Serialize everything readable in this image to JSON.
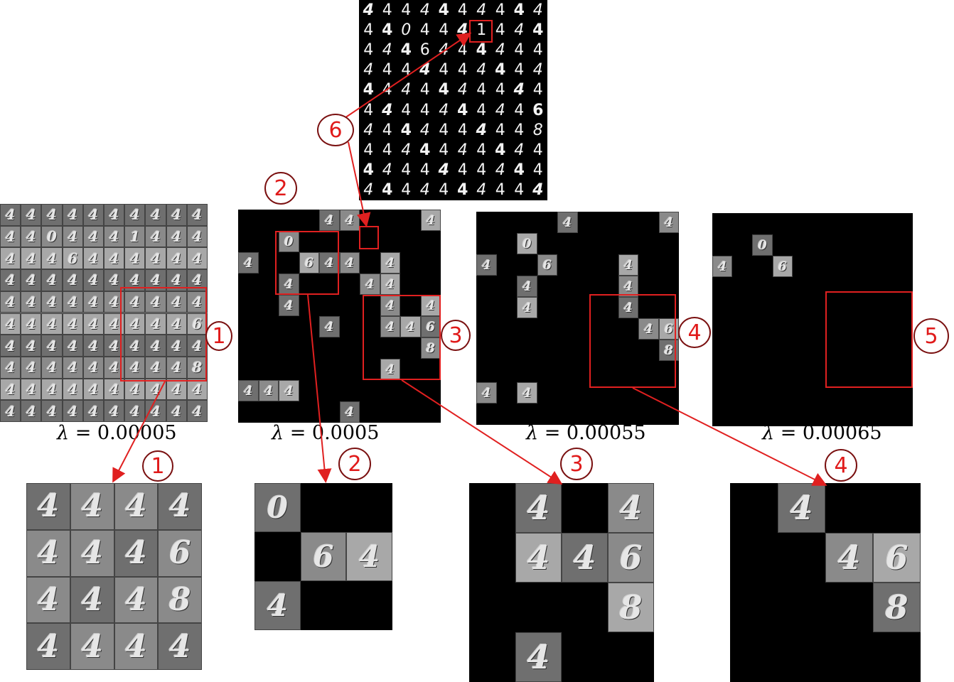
{
  "top_grid": {
    "rows": [
      [
        "4",
        "4",
        "4",
        "4",
        "4",
        "4",
        "4",
        "4",
        "4",
        "4"
      ],
      [
        "4",
        "4",
        "0",
        "4",
        "4",
        "4",
        "1",
        "4",
        "4",
        "4"
      ],
      [
        "4",
        "4",
        "4",
        "6",
        "4",
        "4",
        "4",
        "4",
        "4",
        "4"
      ],
      [
        "4",
        "4",
        "4",
        "4",
        "4",
        "4",
        "4",
        "4",
        "4",
        "4"
      ],
      [
        "4",
        "4",
        "4",
        "4",
        "4",
        "4",
        "4",
        "4",
        "4",
        "4"
      ],
      [
        "4",
        "4",
        "4",
        "4",
        "4",
        "4",
        "4",
        "4",
        "4",
        "6"
      ],
      [
        "4",
        "4",
        "4",
        "4",
        "4",
        "4",
        "4",
        "4",
        "4",
        "8"
      ],
      [
        "4",
        "4",
        "4",
        "4",
        "4",
        "4",
        "4",
        "4",
        "4",
        "4"
      ],
      [
        "4",
        "4",
        "4",
        "4",
        "4",
        "4",
        "4",
        "4",
        "4",
        "4"
      ],
      [
        "4",
        "4",
        "4",
        "4",
        "4",
        "4",
        "4",
        "4",
        "4",
        "4"
      ]
    ]
  },
  "filter_grid_digits": [
    [
      "4",
      "4",
      "4",
      "4",
      "4",
      "4",
      "4",
      "4",
      "4",
      "4"
    ],
    [
      "4",
      "4",
      "0",
      "4",
      "4",
      "4",
      "1",
      "4",
      "4",
      "4"
    ],
    [
      "4",
      "4",
      "4",
      "6",
      "4",
      "4",
      "4",
      "4",
      "4",
      "4"
    ],
    [
      "4",
      "4",
      "4",
      "4",
      "4",
      "4",
      "4",
      "4",
      "4",
      "4"
    ],
    [
      "4",
      "4",
      "4",
      "4",
      "4",
      "4",
      "4",
      "4",
      "4",
      "4"
    ],
    [
      "4",
      "4",
      "4",
      "4",
      "4",
      "4",
      "4",
      "4",
      "4",
      "6"
    ],
    [
      "4",
      "4",
      "4",
      "4",
      "4",
      "4",
      "4",
      "4",
      "4",
      "4"
    ],
    [
      "4",
      "4",
      "4",
      "4",
      "4",
      "4",
      "4",
      "4",
      "4",
      "8"
    ],
    [
      "4",
      "4",
      "4",
      "4",
      "4",
      "4",
      "4",
      "4",
      "4",
      "4"
    ],
    [
      "4",
      "4",
      "4",
      "4",
      "4",
      "4",
      "4",
      "4",
      "4",
      "4"
    ]
  ],
  "panel_a_sparse": [
    {
      "r": 0,
      "c": 4,
      "d": "4"
    },
    {
      "r": 0,
      "c": 5,
      "d": "4"
    },
    {
      "r": 0,
      "c": 9,
      "d": "4"
    },
    {
      "r": 2,
      "c": 0,
      "d": "4"
    },
    {
      "r": 1,
      "c": 2,
      "d": "0"
    },
    {
      "r": 2,
      "c": 3,
      "d": "6"
    },
    {
      "r": 2,
      "c": 4,
      "d": "4"
    },
    {
      "r": 2,
      "c": 5,
      "d": "4"
    },
    {
      "r": 2,
      "c": 7,
      "d": "4"
    },
    {
      "r": 3,
      "c": 2,
      "d": "4"
    },
    {
      "r": 3,
      "c": 6,
      "d": "4"
    },
    {
      "r": 3,
      "c": 7,
      "d": "4"
    },
    {
      "r": 4,
      "c": 2,
      "d": "4"
    },
    {
      "r": 4,
      "c": 7,
      "d": "4"
    },
    {
      "r": 4,
      "c": 9,
      "d": "4"
    },
    {
      "r": 5,
      "c": 4,
      "d": "4"
    },
    {
      "r": 5,
      "c": 7,
      "d": "4"
    },
    {
      "r": 5,
      "c": 8,
      "d": "4"
    },
    {
      "r": 5,
      "c": 9,
      "d": "6"
    },
    {
      "r": 6,
      "c": 9,
      "d": "8"
    },
    {
      "r": 7,
      "c": 7,
      "d": "4"
    },
    {
      "r": 8,
      "c": 0,
      "d": "4"
    },
    {
      "r": 8,
      "c": 1,
      "d": "4"
    },
    {
      "r": 8,
      "c": 2,
      "d": "4"
    },
    {
      "r": 9,
      "c": 5,
      "d": "4"
    }
  ],
  "panel_b_sparse": [
    {
      "r": 0,
      "c": 4,
      "d": "4"
    },
    {
      "r": 0,
      "c": 9,
      "d": "4"
    },
    {
      "r": 1,
      "c": 2,
      "d": "0"
    },
    {
      "r": 2,
      "c": 0,
      "d": "4"
    },
    {
      "r": 2,
      "c": 3,
      "d": "6"
    },
    {
      "r": 2,
      "c": 7,
      "d": "4"
    },
    {
      "r": 3,
      "c": 2,
      "d": "4"
    },
    {
      "r": 3,
      "c": 7,
      "d": "4"
    },
    {
      "r": 4,
      "c": 2,
      "d": "4"
    },
    {
      "r": 4,
      "c": 7,
      "d": "4"
    },
    {
      "r": 5,
      "c": 8,
      "d": "4"
    },
    {
      "r": 5,
      "c": 9,
      "d": "6"
    },
    {
      "r": 6,
      "c": 9,
      "d": "8"
    },
    {
      "r": 8,
      "c": 0,
      "d": "4"
    },
    {
      "r": 8,
      "c": 2,
      "d": "4"
    }
  ],
  "panel_c_sparse": [
    {
      "r": 1,
      "c": 2,
      "d": "0"
    },
    {
      "r": 2,
      "c": 0,
      "d": "4"
    },
    {
      "r": 2,
      "c": 3,
      "d": "6"
    }
  ],
  "zoom1": [
    [
      "4",
      "4",
      "4",
      "4"
    ],
    [
      "4",
      "4",
      "4",
      "6"
    ],
    [
      "4",
      "4",
      "4",
      "8"
    ],
    [
      "4",
      "4",
      "4",
      "4"
    ]
  ],
  "zoom2": [
    {
      "r": 0,
      "c": 0,
      "d": "0"
    },
    {
      "r": 1,
      "c": 1,
      "d": "6"
    },
    {
      "r": 1,
      "c": 2,
      "d": "4"
    },
    {
      "r": 2,
      "c": 0,
      "d": "4"
    }
  ],
  "zoom3": [
    {
      "r": 0,
      "c": 1,
      "d": "4"
    },
    {
      "r": 0,
      "c": 3,
      "d": "4"
    },
    {
      "r": 1,
      "c": 1,
      "d": "4"
    },
    {
      "r": 1,
      "c": 2,
      "d": "4"
    },
    {
      "r": 1,
      "c": 3,
      "d": "6"
    },
    {
      "r": 2,
      "c": 3,
      "d": "8"
    },
    {
      "r": 3,
      "c": 1,
      "d": "4"
    }
  ],
  "zoom4": [
    {
      "r": 0,
      "c": 1,
      "d": "4"
    },
    {
      "r": 1,
      "c": 2,
      "d": "4"
    },
    {
      "r": 1,
      "c": 3,
      "d": "6"
    },
    {
      "r": 2,
      "c": 3,
      "d": "8"
    }
  ],
  "labels": {
    "lambda_1": "= 0.00005",
    "lambda_2": "= 0.0005",
    "lambda_3": "= 0.00055",
    "lambda_4": "= 0.00065",
    "lambda_symbol": "λ"
  },
  "badges": {
    "b1": "1",
    "b2": "2",
    "b3": "3",
    "b4": "4",
    "b5": "5",
    "b6": "6"
  },
  "colors": {
    "accent": "#e02020",
    "badge_border": "#7a1010"
  }
}
